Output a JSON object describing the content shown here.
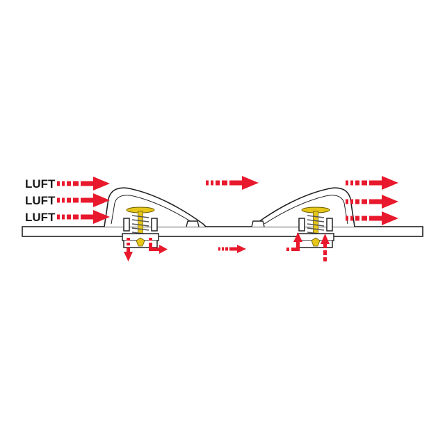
{
  "labels": {
    "air_1": "LUFT",
    "air_2": "LUFT",
    "air_3": "LUFT"
  },
  "colors": {
    "airflow_arrow": "#e8192c",
    "outline": "#222222",
    "hardware_gold": "#e6c619",
    "panel_fill": "#ffffff"
  },
  "icons": {
    "airflow": "dashed-arrow-right",
    "vent": "aerodynamic-hood",
    "fastener": "screw-spring-assembly"
  }
}
